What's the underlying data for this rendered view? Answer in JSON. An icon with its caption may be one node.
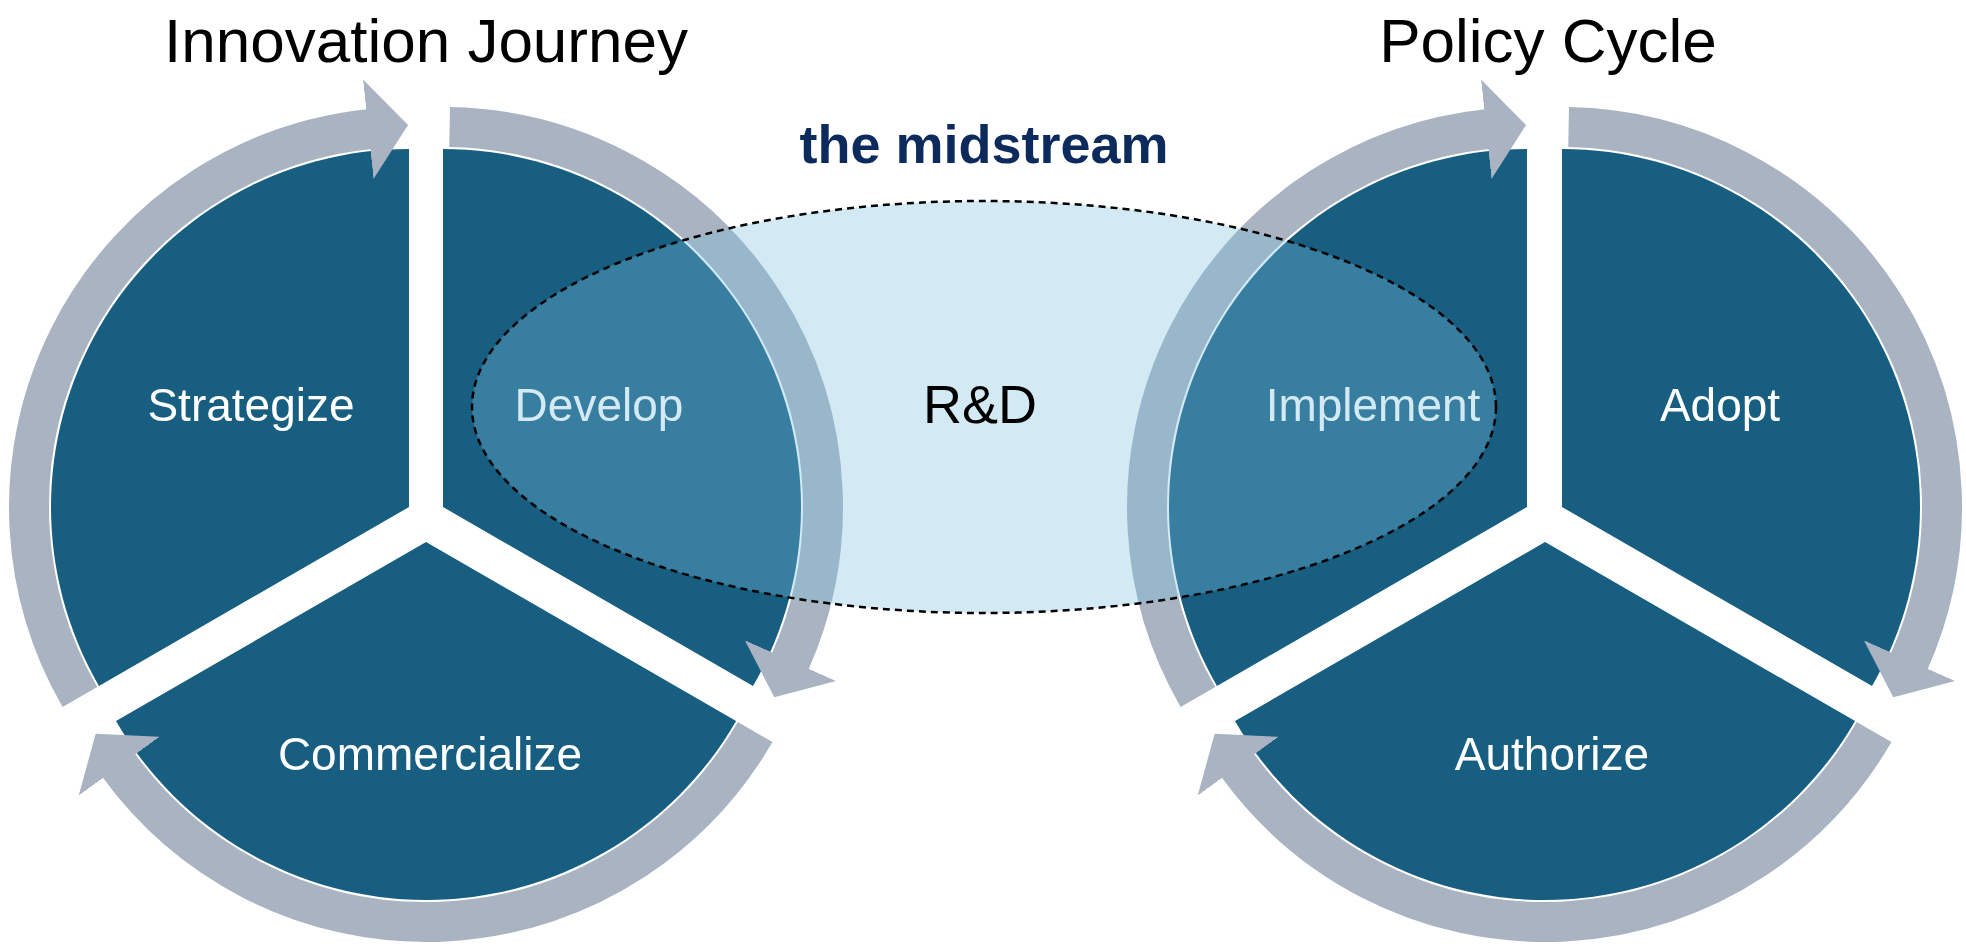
{
  "diagram": {
    "nodes": [
      {
        "text": [
          "Strategize"
        ]
      },
      {
        "text": [
          "Develop"
        ]
      },
      {
        "text": [
          "Commercialize"
        ]
      },
      {
        "text": [
          "the midstream",
          "R&D"
        ]
      },
      {
        "text": [
          "Implement"
        ]
      },
      {
        "text": [
          "Adopt"
        ]
      },
      {
        "text": [
          "Authorize"
        ]
      }
    ],
    "labels": [
      "Innovation Journey",
      "Policy Cycle"
    ]
  }
}
